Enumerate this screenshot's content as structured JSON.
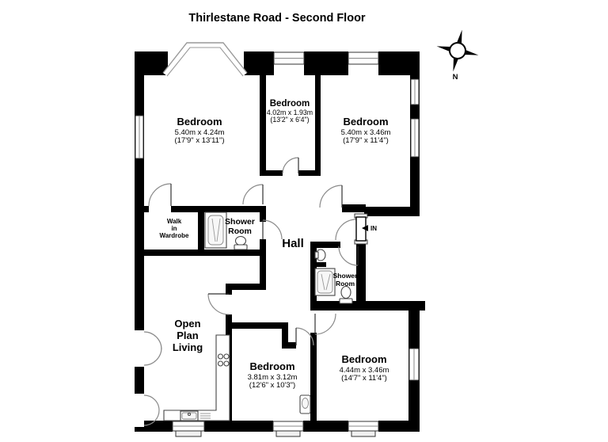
{
  "title": "Thirlestane Road - Second Floor",
  "compass": {
    "north_label": "N"
  },
  "entrance": {
    "label": "IN"
  },
  "hall": {
    "label": "Hall"
  },
  "rooms": [
    {
      "name": "Bedroom",
      "metric": "5.40m x 4.24m",
      "imperial": "(17'9\" x 13'11\")"
    },
    {
      "name": "Bedroom",
      "metric": "4.02m x 1.93m",
      "imperial": "(13'2\" x 6'4\")"
    },
    {
      "name": "Bedroom",
      "metric": "5.40m x 3.46m",
      "imperial": "(17'9\" x 11'4\")"
    },
    {
      "name": "Bedroom",
      "metric": "3.81m x 3.12m",
      "imperial": "(12'6\" x 10'3\")"
    },
    {
      "name": "Bedroom",
      "metric": "4.44m x 3.46m",
      "imperial": "(14'7\" x 11'4\")"
    }
  ],
  "shower_rooms": [
    {
      "line1": "Shower",
      "line2": "Room"
    },
    {
      "line1": "Shower",
      "line2": "Room"
    }
  ],
  "wardrobe": {
    "line1": "Walk",
    "line2": "in",
    "line3": "Wardrobe"
  },
  "living": {
    "line1": "Open",
    "line2": "Plan",
    "line3": "Living"
  },
  "colors": {
    "wall": "#000000",
    "background": "#ffffff",
    "fixture": "#444444"
  }
}
